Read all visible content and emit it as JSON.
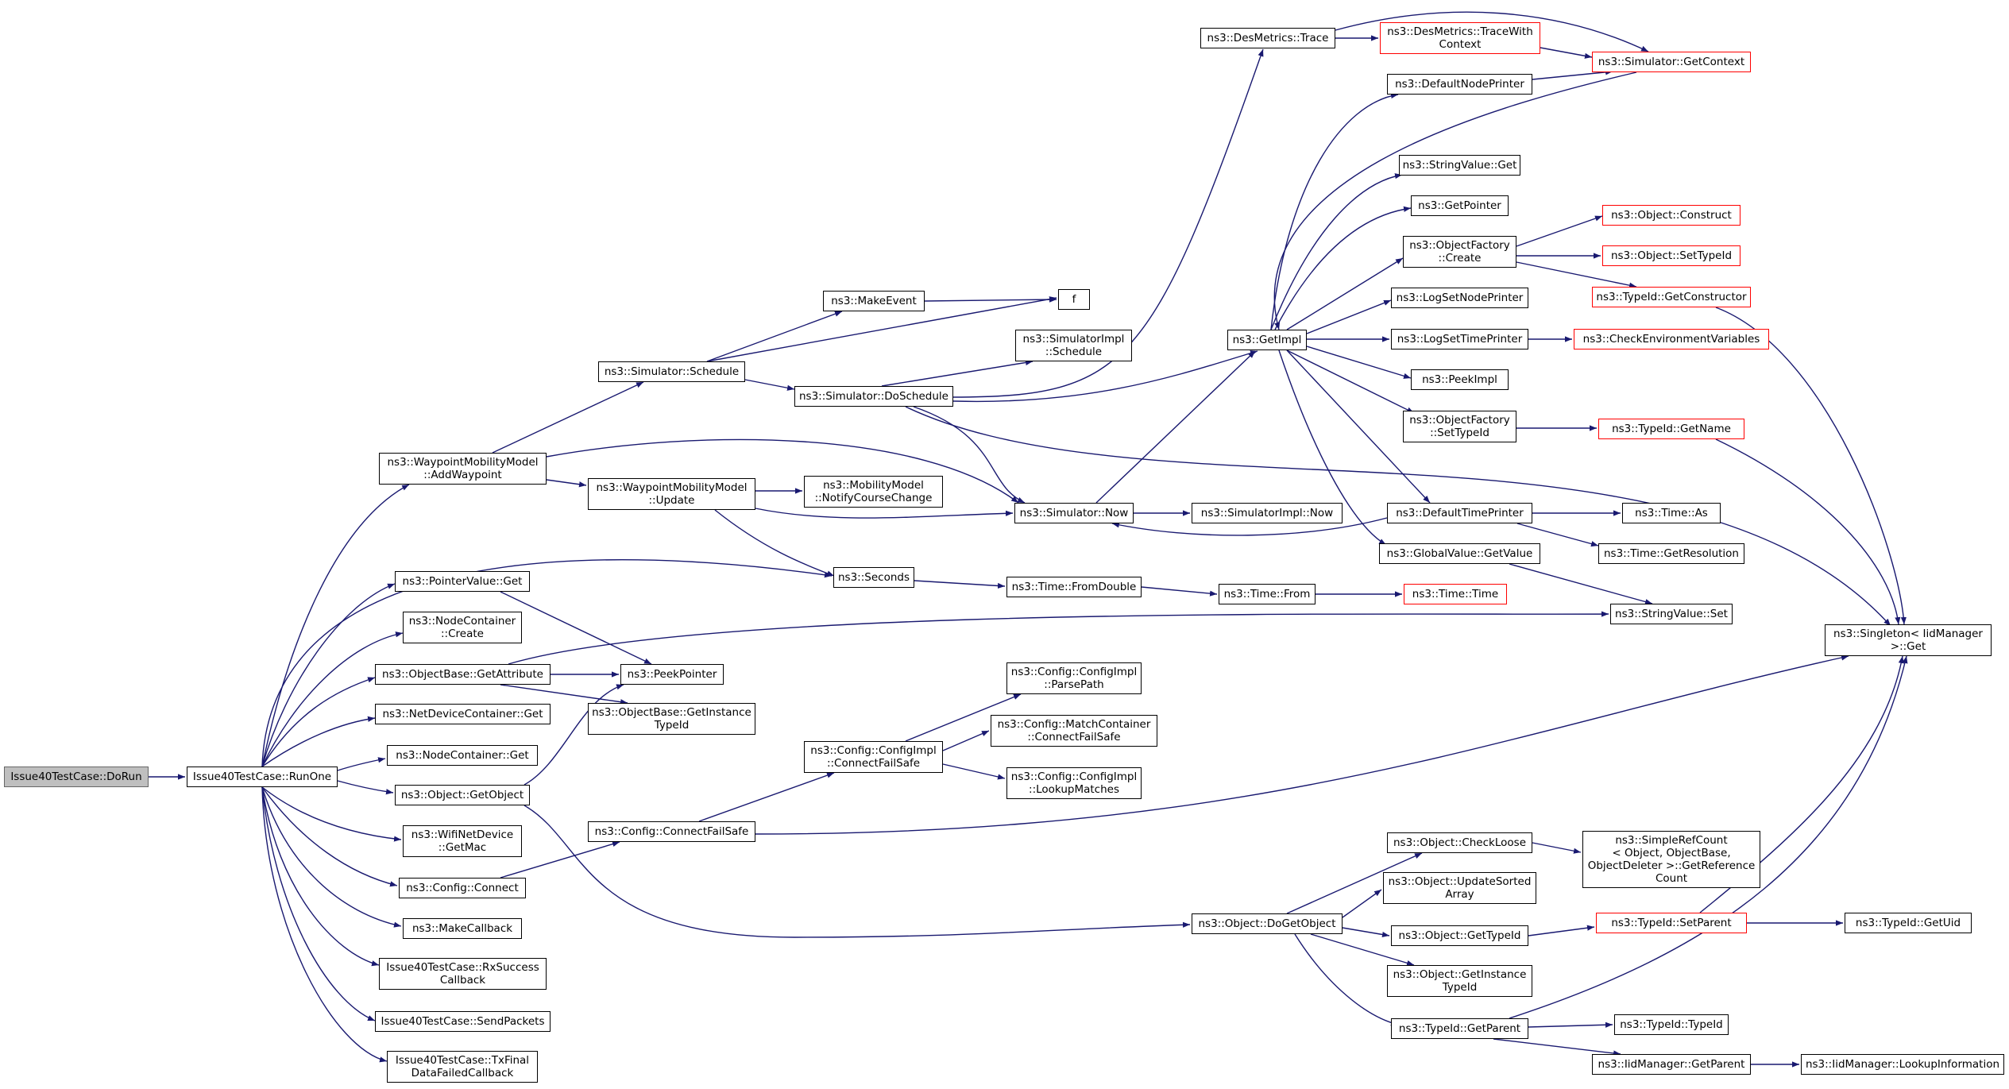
{
  "colors": {
    "edge": "#191970",
    "node_border": "#000000",
    "truncated_border": "#ff0000",
    "root_fill": "#bfbfbf",
    "background": "#ffffff"
  },
  "nodes": [
    {
      "id": "n_dorun",
      "label": "Issue40TestCase::DoRun",
      "style": "root"
    },
    {
      "id": "n_runone",
      "label": "Issue40TestCase::RunOne"
    },
    {
      "id": "n_addwp",
      "label": "ns3::WaypointMobilityModel\n::AddWaypoint"
    },
    {
      "id": "n_ptrget",
      "label": "ns3::PointerValue::Get"
    },
    {
      "id": "n_nccreate",
      "label": "ns3::NodeContainer\n::Create"
    },
    {
      "id": "n_getattr",
      "label": "ns3::ObjectBase::GetAttribute"
    },
    {
      "id": "n_ndcget",
      "label": "ns3::NetDeviceContainer::Get"
    },
    {
      "id": "n_ncget",
      "label": "ns3::NodeContainer::Get"
    },
    {
      "id": "n_objget",
      "label": "ns3::Object::GetObject"
    },
    {
      "id": "n_wifimac",
      "label": "ns3::WifiNetDevice\n::GetMac"
    },
    {
      "id": "n_cfgconnect",
      "label": "ns3::Config::Connect"
    },
    {
      "id": "n_makecb",
      "label": "ns3::MakeCallback"
    },
    {
      "id": "n_rxsucc",
      "label": "Issue40TestCase::RxSuccess\nCallback"
    },
    {
      "id": "n_sendpk",
      "label": "Issue40TestCase::SendPackets"
    },
    {
      "id": "n_txfinal",
      "label": "Issue40TestCase::TxFinal\nDataFailedCallback"
    },
    {
      "id": "n_simsched",
      "label": "ns3::Simulator::Schedule"
    },
    {
      "id": "n_wpupdate",
      "label": "ns3::WaypointMobilityModel\n::Update"
    },
    {
      "id": "n_peekptr",
      "label": "ns3::PeekPointer"
    },
    {
      "id": "n_getinsttid",
      "label": "ns3::ObjectBase::GetInstance\nTypeId"
    },
    {
      "id": "n_cfgcfs",
      "label": "ns3::Config::ConnectFailSafe"
    },
    {
      "id": "n_makeevent",
      "label": "ns3::MakeEvent"
    },
    {
      "id": "n_dosched",
      "label": "ns3::Simulator::DoSchedule"
    },
    {
      "id": "n_notify",
      "label": "ns3::MobilityModel\n::NotifyCourseChange"
    },
    {
      "id": "n_seconds",
      "label": "ns3::Seconds"
    },
    {
      "id": "n_ciconnect",
      "label": "ns3::Config::ConfigImpl\n::ConnectFailSafe"
    },
    {
      "id": "n_f",
      "label": "f"
    },
    {
      "id": "n_simimplsched",
      "label": "ns3::SimulatorImpl\n::Schedule"
    },
    {
      "id": "n_simnow",
      "label": "ns3::Simulator::Now"
    },
    {
      "id": "n_fromdouble",
      "label": "ns3::Time::FromDouble"
    },
    {
      "id": "n_parsepath",
      "label": "ns3::Config::ConfigImpl\n::ParsePath"
    },
    {
      "id": "n_matchcont",
      "label": "ns3::Config::MatchContainer\n::ConnectFailSafe"
    },
    {
      "id": "n_lookup",
      "label": "ns3::Config::ConfigImpl\n::LookupMatches"
    },
    {
      "id": "n_dmtrace",
      "label": "ns3::DesMetrics::Trace"
    },
    {
      "id": "n_getimpl",
      "label": "ns3::GetImpl"
    },
    {
      "id": "n_simimplnow",
      "label": "ns3::SimulatorImpl::Now"
    },
    {
      "id": "n_timefrom",
      "label": "ns3::Time::From"
    },
    {
      "id": "n_dogetobj",
      "label": "ns3::Object::DoGetObject"
    },
    {
      "id": "n_tracewctx",
      "label": "ns3::DesMetrics::TraceWith\nContext",
      "style": "red"
    },
    {
      "id": "n_defnode",
      "label": "ns3::DefaultNodePrinter"
    },
    {
      "id": "n_strget",
      "label": "ns3::StringValue::Get"
    },
    {
      "id": "n_getptr",
      "label": "ns3::GetPointer"
    },
    {
      "id": "n_ofcreate",
      "label": "ns3::ObjectFactory\n::Create"
    },
    {
      "id": "n_lognode",
      "label": "ns3::LogSetNodePrinter"
    },
    {
      "id": "n_logtime",
      "label": "ns3::LogSetTimePrinter"
    },
    {
      "id": "n_peekimpl",
      "label": "ns3::PeekImpl"
    },
    {
      "id": "n_ofsettid",
      "label": "ns3::ObjectFactory\n::SetTypeId"
    },
    {
      "id": "n_deftime",
      "label": "ns3::DefaultTimePrinter"
    },
    {
      "id": "n_gvget",
      "label": "ns3::GlobalValue::GetValue"
    },
    {
      "id": "n_timetime",
      "label": "ns3::Time::Time",
      "style": "red"
    },
    {
      "id": "n_checkloose",
      "label": "ns3::Object::CheckLoose"
    },
    {
      "id": "n_updsorted",
      "label": "ns3::Object::UpdateSorted\nArray"
    },
    {
      "id": "n_objgettid",
      "label": "ns3::Object::GetTypeId"
    },
    {
      "id": "n_objgetinst",
      "label": "ns3::Object::GetInstance\nTypeId"
    },
    {
      "id": "n_tidgetparent",
      "label": "ns3::TypeId::GetParent"
    },
    {
      "id": "n_simgetctx",
      "label": "ns3::Simulator::GetContext",
      "style": "red"
    },
    {
      "id": "n_objconstruct",
      "label": "ns3::Object::Construct",
      "style": "red"
    },
    {
      "id": "n_objsettid",
      "label": "ns3::Object::SetTypeId",
      "style": "red"
    },
    {
      "id": "n_tidgetctor",
      "label": "ns3::TypeId::GetConstructor",
      "style": "red"
    },
    {
      "id": "n_checkenv",
      "label": "ns3::CheckEnvironmentVariables",
      "style": "red"
    },
    {
      "id": "n_tidgetname",
      "label": "ns3::TypeId::GetName",
      "style": "red"
    },
    {
      "id": "n_timeas",
      "label": "ns3::Time::As"
    },
    {
      "id": "n_timeres",
      "label": "ns3::Time::GetResolution"
    },
    {
      "id": "n_strset",
      "label": "ns3::StringValue::Set"
    },
    {
      "id": "n_simplerc",
      "label": "ns3::SimpleRefCount\n< Object, ObjectBase,\n ObjectDeleter >::GetReference\nCount"
    },
    {
      "id": "n_tidsetparent",
      "label": "ns3::TypeId::SetParent",
      "style": "red"
    },
    {
      "id": "n_tidtid",
      "label": "ns3::TypeId::TypeId"
    },
    {
      "id": "n_iidgetparent",
      "label": "ns3::IidManager::GetParent"
    },
    {
      "id": "n_singleton",
      "label": "ns3::Singleton< IidManager\n >::Get"
    },
    {
      "id": "n_tidgetuid",
      "label": "ns3::TypeId::GetUid"
    },
    {
      "id": "n_iidlookup",
      "label": "ns3::IidManager::LookupInformation"
    }
  ]
}
